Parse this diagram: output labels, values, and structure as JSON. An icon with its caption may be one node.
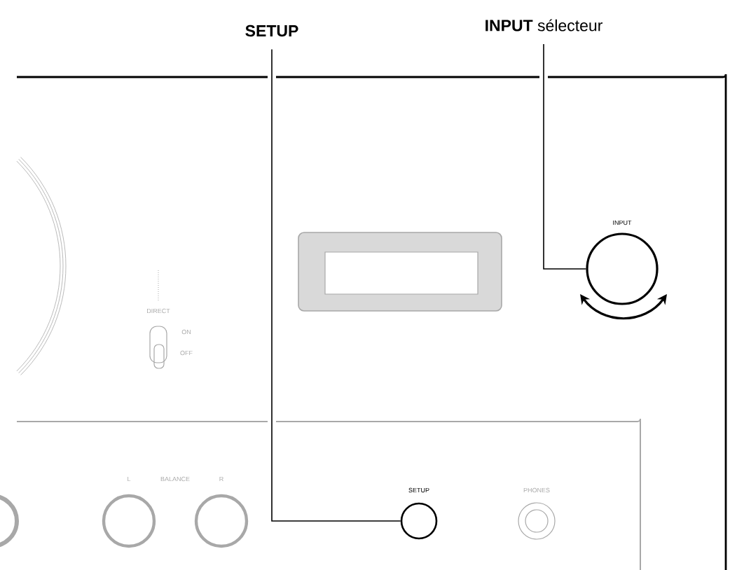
{
  "diagram": {
    "nodes": [
      {
        "text": [
          "SETUP"
        ]
      },
      {
        "text": [
          "**INPUT** sélecteur"
        ]
      },
      {
        "text": [
          "SETUP"
        ]
      },
      {
        "text": [
          "INPUT"
        ]
      }
    ],
    "edges": [
      {
        "from": 0,
        "to": 2,
        "arrow": "none"
      },
      {
        "from": 1,
        "to": 3,
        "arrow": "none"
      }
    ],
    "labels": [
      "DIRECT",
      "ON",
      "OFF",
      "L",
      "BALANCE",
      "R",
      "PHONES"
    ]
  }
}
